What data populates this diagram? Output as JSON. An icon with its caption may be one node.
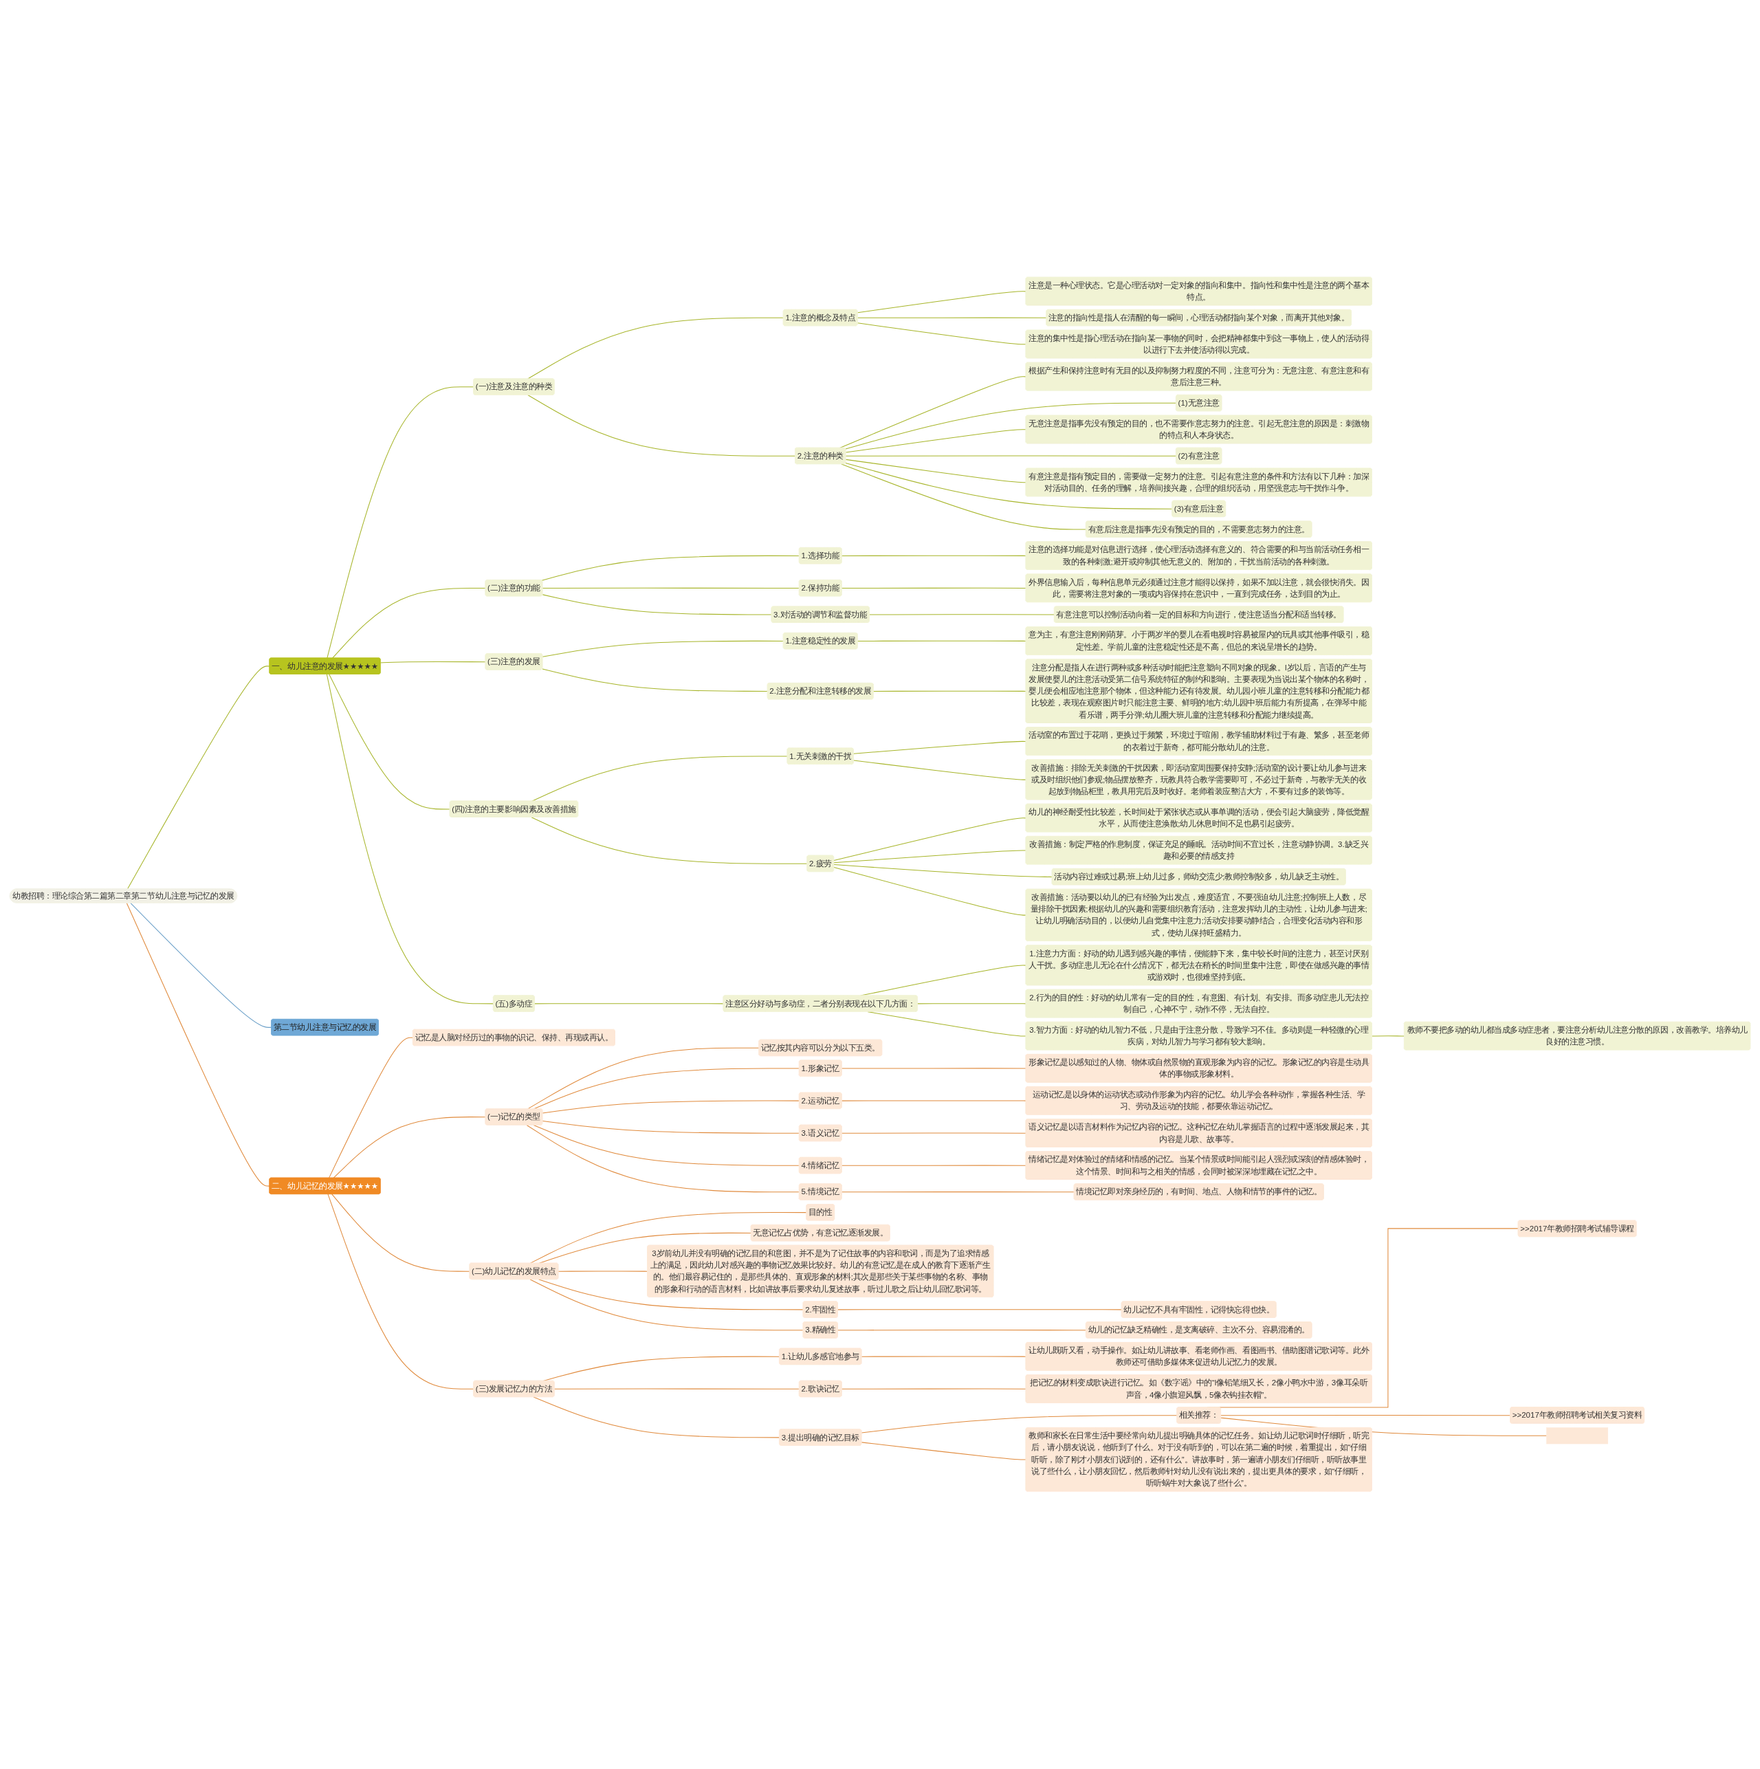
{
  "diagram": {
    "nodes": [
      {
        "text": [
          "幼教招聘：理论综合第二篇第二章第二节幼儿注意与记忆的发展"
        ]
      },
      {
        "text": [
          "第二节幼儿注意与记忆的发展"
        ]
      },
      {
        "text": [
          "一、幼儿注意的发展★★★★★"
        ]
      },
      {
        "text": [
          "(一)注意及注意的种类"
        ]
      },
      {
        "text": [
          "1.注意的概念及特点"
        ]
      },
      {
        "text": [
          "注意是一种心理状态。它是心理活动对一定对象的指向和集中。指向性和集中性是注意的两个基本特点。"
        ]
      },
      {
        "text": [
          "注意的指向性是指人在清醒的每一瞬间，心理活动都指向某个对象，而离开其他对象。"
        ]
      },
      {
        "text": [
          "注意的集中性是指心理活动在指向某一事物的同时，会把精神都集中到这一事物上，使人的活动得以进行下去并使活动得以完成。"
        ]
      },
      {
        "text": [
          "2.注意的种类"
        ]
      },
      {
        "text": [
          "根据产生和保持注意时有无目的以及抑制努力程度的不同，注意可分为：无意注意、有意注意和有意后注意三种。"
        ]
      },
      {
        "text": [
          "(1)无意注意"
        ]
      },
      {
        "text": [
          "无意注意是指事先没有预定的目的，也不需要作意志努力的注意。引起无意注意的原因是：刺激物的特点和人本身状态。"
        ]
      },
      {
        "text": [
          "(2)有意注意"
        ]
      },
      {
        "text": [
          "有意注意是指有预定目的，需要做一定努力的注意。引起有意注意的条件和方法有以下几种：加深对活动目的、任务的理解，培养间接兴趣，合理的组织活动，用坚强意志与干扰作斗争。"
        ]
      },
      {
        "text": [
          "(3)有意后注意"
        ]
      },
      {
        "text": [
          "有意后注意是指事先没有预定的目的，不需要意志努力的注意。"
        ]
      },
      {
        "text": [
          "(二)注意的功能"
        ]
      },
      {
        "text": [
          "1.选择功能"
        ]
      },
      {
        "text": [
          "注意的选择功能是对信息进行选择，使心理活动选择有意义的、符合需要的和与当前活动任务相一致的各种刺激;避开或抑制其他无意义的、附加的，干扰当前活动的各种刺激。"
        ]
      },
      {
        "text": [
          "2.保持功能"
        ]
      },
      {
        "text": [
          "外界信息输入后，每种信息单元必须通过注意才能得以保持，如果不加以注意，就会很快消失。因此，需要将注意对象的一项或内容保持在意识中，一直到完成任务，达到目的为止。"
        ]
      },
      {
        "text": [
          "3.对活动的调节和监督功能"
        ]
      },
      {
        "text": [
          "有意注意可以控制活动向着一定的目标和方向进行，使注意适当分配和适当转移。"
        ]
      },
      {
        "text": [
          "(三)注意的发展"
        ]
      },
      {
        "text": [
          "1.注意稳定性的发展"
        ]
      },
      {
        "text": [
          "意为主，有意注意刚刚萌芽。小于两岁半的婴儿在看电视时容易被屋内的玩具或其他事件吸引，稳定性差。学前儿童的注意稳定性还是不高，但总的来说呈增长的趋势。"
        ]
      },
      {
        "text": [
          "2.注意分配和注意转移的发展"
        ]
      },
      {
        "text": [
          "注意分配是指人在进行两种或多种活动时能把注意塑向不同对象的现象。l岁以后，言语的产生与发展使婴儿的注意活动受第二信号系统特征的制约和影响。主要表现为当说出某个物体的名称时，婴儿便会相应地注意那个物体，但这种能力还有待发展。幼儿园小班儿童的注意转移和分配能力都比较差，表现在观察图片时只能注意主要、鲜明的地方;幼儿园中班后能力有所提高，在弹琴中能看乐谱，两手分弹;幼儿圈大班儿童的注意转移和分配能力继续提高。"
        ]
      },
      {
        "text": [
          "(四)注意的主要影响因素及改善措施"
        ]
      },
      {
        "text": [
          "1.无关刺激的干扰"
        ]
      },
      {
        "text": [
          "活动室的布置过于花哨，更换过于频繁，环境过于喧闹，教学辅助材料过于有趣、繁多，甚至老师的衣着过于新奇，都可能分散幼儿的注意。"
        ]
      },
      {
        "text": [
          "改善措施：排除无关刺激的干扰因素，即活动室周围要保持安静;活动室的设计要让幼儿参与进来或及时组织他们参观;物品摆放整齐，玩教具符合教学需要即可，不必过于新奇，与教学无关的收起放到物品柜里，教具用完后及时收好。老师着装应整洁大方，不要有过多的装饰等。"
        ]
      },
      {
        "text": [
          "2.疲劳"
        ]
      },
      {
        "text": [
          "幼儿的神经耐受性比较差，长时间处于紧张状态或从事单调的活动，便会引起大脑疲劳，降低觉醒水平，从而使注意涣散;幼儿休息时间不足也易引起疲劳。"
        ]
      },
      {
        "text": [
          "改善措施：制定严格的作息制度，保证充足的睡眠。活动时间不宜过长，注意动静协调。3.缺乏兴趣和必要的情感支持"
        ]
      },
      {
        "text": [
          "活动内容过难或过易;班上幼儿过多，师幼交流少;教师控制较多，幼儿缺乏主动性。"
        ]
      },
      {
        "text": [
          "改善措施：活动要以幼儿的已有经验为出发点，难度适宜，不要强迫幼儿注意;控制班上人数，尽量排除干扰因素;根据幼儿的兴趣和需要组织教育活动，注意发挥幼儿的主动性，让幼儿参与进来;让幼儿明确活动目的，以便幼儿自觉集中注意力;活动安排要动静结合，合理变化活动内容和形式，使幼儿保持旺盛精力。"
        ]
      },
      {
        "text": [
          "(五)多动症"
        ]
      },
      {
        "text": [
          "注意区分好动与多动症，二者分别表现在以下几方面："
        ]
      },
      {
        "text": [
          "1.注意力方面：好动的幼儿遇到感兴趣的事情，便能静下来，集中较长时间的注意力，甚至讨厌别人干扰。多动症患儿无论在什么情况下，都无法在稍长的时间里集中注意，即使在做感兴趣的事情或游戏时，也很难坚持到底。"
        ]
      },
      {
        "text": [
          "2.行为的目的性：好动的幼儿常有一定的目的性，有意图、有计划、有安排。而多动症患儿无法控制自己，心神不宁，动作不停，无法自控。"
        ]
      },
      {
        "text": [
          "3.智力方面：好动的幼儿智力不低，只是由于注意分散，导致学习不佳。多动则是一种轻微的心理疾病，对幼儿智力与学习都有较大影响。"
        ]
      },
      {
        "text": [
          "教师不要把多动的幼儿都当成多动症患者，要注意分析幼儿注意分散的原因，改善教学。培养幼儿良好的注意习惯。"
        ]
      },
      {
        "text": [
          "二、幼儿记忆的发展★★★★★"
        ]
      },
      {
        "text": [
          "记忆是人脑对经历过的事物的识记、保持、再现或再认。"
        ]
      },
      {
        "text": [
          "(一)记忆的类型"
        ]
      },
      {
        "text": [
          "记忆按其内容可以分为以下五类。"
        ]
      },
      {
        "text": [
          "1.形象记忆"
        ]
      },
      {
        "text": [
          "形象记忆是以感知过的人物、物体或自然景物的直观形象为内容的记忆。形象记忆的内容是生动具体的事物或形象材料。"
        ]
      },
      {
        "text": [
          "2.运动记忆"
        ]
      },
      {
        "text": [
          "运动记忆是以身体的运动状态或动作形象为内容的记忆。幼儿学会各种动作，掌握各种生活、学习、劳动及运动的技能，都要依靠运动记忆。"
        ]
      },
      {
        "text": [
          "3.语义记忆"
        ]
      },
      {
        "text": [
          "语义记忆是以语言材料作为记忆内容的记忆。这种记忆在幼儿掌握语言的过程中逐渐发展起来，其内容是儿歌、故事等。"
        ]
      },
      {
        "text": [
          "4.情绪记忆"
        ]
      },
      {
        "text": [
          "情绪记忆是对体验过的情绪和情感的记忆。当某个情景或时间能引起人强烈或深刻的情感体验时，这个情景、时间和与之相关的情感，会同时被深深地埋藏在记忆之中。"
        ]
      },
      {
        "text": [
          "5.情境记忆"
        ]
      },
      {
        "text": [
          "情境记忆即对亲身经历的，有时间、地点、人物和情节的事件的记忆。"
        ]
      },
      {
        "text": [
          "(二)幼儿记忆的发展特点"
        ]
      },
      {
        "text": [
          "目的性"
        ]
      },
      {
        "text": [
          "无意记忆占优势，有意记忆逐渐发展。"
        ]
      },
      {
        "text": [
          "3岁前幼儿并没有明确的记忆目的和意图，并不是为了记住故事的内容和歌词，而是为了追求情感上的满足，因此幼儿对感兴趣的事物记忆效果比较好。幼儿的有意记忆是在成人的教育下逐渐产生的。他们最容易记住的，是那些具体的、直观形象的材料;其次是那些关于某些事物的名称、事物的形象和行动的语言材料，比如讲故事后要求幼儿复述故事，听过儿歌之后让幼儿回忆歌词等。"
        ]
      },
      {
        "text": [
          "2.牢固性"
        ]
      },
      {
        "text": [
          "幼儿记忆不具有牢固性，记得快忘得也快。"
        ]
      },
      {
        "text": [
          "3.精确性"
        ]
      },
      {
        "text": [
          "幼儿的记忆缺乏精确性，是支离破碎、主次不分、容易混淆的。"
        ]
      },
      {
        "text": [
          "(三)发展记忆力的方法"
        ]
      },
      {
        "text": [
          "1.让幼儿多感官地参与"
        ]
      },
      {
        "text": [
          "让幼儿既听又看，动手操作。如让幼儿讲故事、看老师作画、看图画书、借助图谱记歌词等。此外教师还可借助多媒体来促进幼儿记忆力的发展。"
        ]
      },
      {
        "text": [
          "2.歌诀记忆"
        ]
      },
      {
        "text": [
          "把记忆的材料变成歌诀进行记忆。如《数字谣》中的“l像铅笔细又长，2像小鸭水中游，3像耳朵听声音，4像小旗迎风飘，5像衣钩挂衣帽”。"
        ]
      },
      {
        "text": [
          "3.提出明确的记忆目标"
        ]
      },
      {
        "text": [
          "教师和家长在日常生活中要经常向幼儿提出明确具体的记忆任务。如让幼儿记歌词时仔细听，听完后，请小朋友说说，他听到了什么。对于没有听到的，可以在第二遍的时候，着重提出，如“仔细听听，除了刚才小朋友们说到的，还有什么”。讲故事时，第一遍请小朋友们仔细听，听听故事里说了些什么，让小朋友回忆，然后教师针对幼儿没有说出来的，提出更具体的要求，如“仔细听，听听蜗牛对大象说了些什么”。"
        ]
      },
      {
        "text": [
          "相关推荐："
        ]
      },
      {
        "text": [
          ">>2017年教师招聘考试辅导课程"
        ]
      },
      {
        "text": [
          ">>2017年教师招聘考试相关复习资料"
        ]
      },
      {
        "text": [],
        "shape": "box"
      }
    ],
    "edges": [
      {
        "from": 0,
        "to": 1,
        "arrow": "none",
        "color": "#6a9fc8"
      },
      {
        "from": 0,
        "to": 2,
        "arrow": "none"
      },
      {
        "from": 2,
        "to": 3,
        "arrow": "none"
      },
      {
        "from": 3,
        "to": 4,
        "arrow": "none"
      },
      {
        "from": 4,
        "to": 5,
        "arrow": "none"
      },
      {
        "from": 4,
        "to": 6,
        "arrow": "none"
      },
      {
        "from": 4,
        "to": 7,
        "arrow": "none"
      },
      {
        "from": 3,
        "to": 8,
        "arrow": "none"
      },
      {
        "from": 8,
        "to": 9,
        "arrow": "none"
      },
      {
        "from": 8,
        "to": 10,
        "arrow": "none"
      },
      {
        "from": 8,
        "to": 11,
        "arrow": "none"
      },
      {
        "from": 8,
        "to": 12,
        "arrow": "none"
      },
      {
        "from": 8,
        "to": 13,
        "arrow": "none"
      },
      {
        "from": 8,
        "to": 14,
        "arrow": "none"
      },
      {
        "from": 8,
        "to": 15,
        "arrow": "none"
      },
      {
        "from": 2,
        "to": 16,
        "arrow": "none"
      },
      {
        "from": 16,
        "to": 17,
        "arrow": "none"
      },
      {
        "from": 17,
        "to": 18,
        "arrow": "none"
      },
      {
        "from": 16,
        "to": 19,
        "arrow": "none"
      },
      {
        "from": 19,
        "to": 20,
        "arrow": "none"
      },
      {
        "from": 16,
        "to": 21,
        "arrow": "none"
      },
      {
        "from": 21,
        "to": 22,
        "arrow": "none"
      },
      {
        "from": 2,
        "to": 23,
        "arrow": "none"
      },
      {
        "from": 23,
        "to": 24,
        "arrow": "none"
      },
      {
        "from": 24,
        "to": 25,
        "arrow": "none"
      },
      {
        "from": 23,
        "to": 26,
        "arrow": "none"
      },
      {
        "from": 26,
        "to": 27,
        "arrow": "none"
      },
      {
        "from": 2,
        "to": 28,
        "arrow": "none"
      },
      {
        "from": 28,
        "to": 29,
        "arrow": "none"
      },
      {
        "from": 29,
        "to": 30,
        "arrow": "none"
      },
      {
        "from": 29,
        "to": 31,
        "arrow": "none"
      },
      {
        "from": 28,
        "to": 32,
        "arrow": "none"
      },
      {
        "from": 32,
        "to": 33,
        "arrow": "none"
      },
      {
        "from": 32,
        "to": 34,
        "arrow": "none"
      },
      {
        "from": 32,
        "to": 35,
        "arrow": "none"
      },
      {
        "from": 32,
        "to": 36,
        "arrow": "none"
      },
      {
        "from": 2,
        "to": 37,
        "arrow": "none"
      },
      {
        "from": 37,
        "to": 38,
        "arrow": "none"
      },
      {
        "from": 38,
        "to": 39,
        "arrow": "none"
      },
      {
        "from": 38,
        "to": 40,
        "arrow": "none"
      },
      {
        "from": 38,
        "to": 41,
        "arrow": "none"
      },
      {
        "from": 41,
        "to": 42,
        "arrow": "none"
      },
      {
        "from": 0,
        "to": 43,
        "arrow": "none",
        "color": "#e08a3c"
      },
      {
        "from": 43,
        "to": 44,
        "arrow": "none",
        "color": "#e08a3c"
      },
      {
        "from": 43,
        "to": 45,
        "arrow": "none",
        "color": "#e08a3c"
      },
      {
        "from": 45,
        "to": 46,
        "arrow": "none",
        "color": "#e08a3c"
      },
      {
        "from": 45,
        "to": 47,
        "arrow": "none",
        "color": "#e08a3c"
      },
      {
        "from": 47,
        "to": 48,
        "arrow": "none",
        "color": "#e08a3c"
      },
      {
        "from": 45,
        "to": 49,
        "arrow": "none",
        "color": "#e08a3c"
      },
      {
        "from": 49,
        "to": 50,
        "arrow": "none",
        "color": "#e08a3c"
      },
      {
        "from": 45,
        "to": 51,
        "arrow": "none",
        "color": "#e08a3c"
      },
      {
        "from": 51,
        "to": 52,
        "arrow": "none",
        "color": "#e08a3c"
      },
      {
        "from": 45,
        "to": 53,
        "arrow": "none",
        "color": "#e08a3c"
      },
      {
        "from": 53,
        "to": 54,
        "arrow": "none",
        "color": "#e08a3c"
      },
      {
        "from": 45,
        "to": 55,
        "arrow": "none",
        "color": "#e08a3c"
      },
      {
        "from": 55,
        "to": 56,
        "arrow": "none",
        "color": "#e08a3c"
      },
      {
        "from": 43,
        "to": 57,
        "arrow": "none",
        "color": "#e08a3c"
      },
      {
        "from": 57,
        "to": 58,
        "arrow": "none",
        "color": "#e08a3c"
      },
      {
        "from": 57,
        "to": 59,
        "arrow": "none",
        "color": "#e08a3c"
      },
      {
        "from": 57,
        "to": 60,
        "arrow": "none",
        "color": "#e08a3c"
      },
      {
        "from": 57,
        "to": 61,
        "arrow": "none",
        "color": "#e08a3c"
      },
      {
        "from": 61,
        "to": 62,
        "arrow": "none",
        "color": "#e08a3c"
      },
      {
        "from": 57,
        "to": 63,
        "arrow": "none",
        "color": "#e08a3c"
      },
      {
        "from": 63,
        "to": 64,
        "arrow": "none",
        "color": "#e08a3c"
      },
      {
        "from": 43,
        "to": 65,
        "arrow": "none",
        "color": "#e08a3c"
      },
      {
        "from": 65,
        "to": 66,
        "arrow": "none",
        "color": "#e08a3c"
      },
      {
        "from": 66,
        "to": 67,
        "arrow": "none",
        "color": "#e08a3c"
      },
      {
        "from": 65,
        "to": 68,
        "arrow": "none",
        "color": "#e08a3c"
      },
      {
        "from": 68,
        "to": 69,
        "arrow": "none",
        "color": "#e08a3c"
      },
      {
        "from": 65,
        "to": 70,
        "arrow": "none",
        "color": "#e08a3c"
      },
      {
        "from": 70,
        "to": 71,
        "arrow": "none",
        "color": "#e08a3c"
      },
      {
        "from": 70,
        "to": 72,
        "arrow": "none",
        "color": "#e08a3c"
      },
      {
        "from": 72,
        "to": 73,
        "arrow": "none",
        "color": "#e08a3c"
      },
      {
        "from": 72,
        "to": 74,
        "arrow": "none",
        "color": "#e08a3c"
      },
      {
        "from": 72,
        "to": 75,
        "arrow": "none",
        "color": "#e08a3c"
      }
    ]
  }
}
